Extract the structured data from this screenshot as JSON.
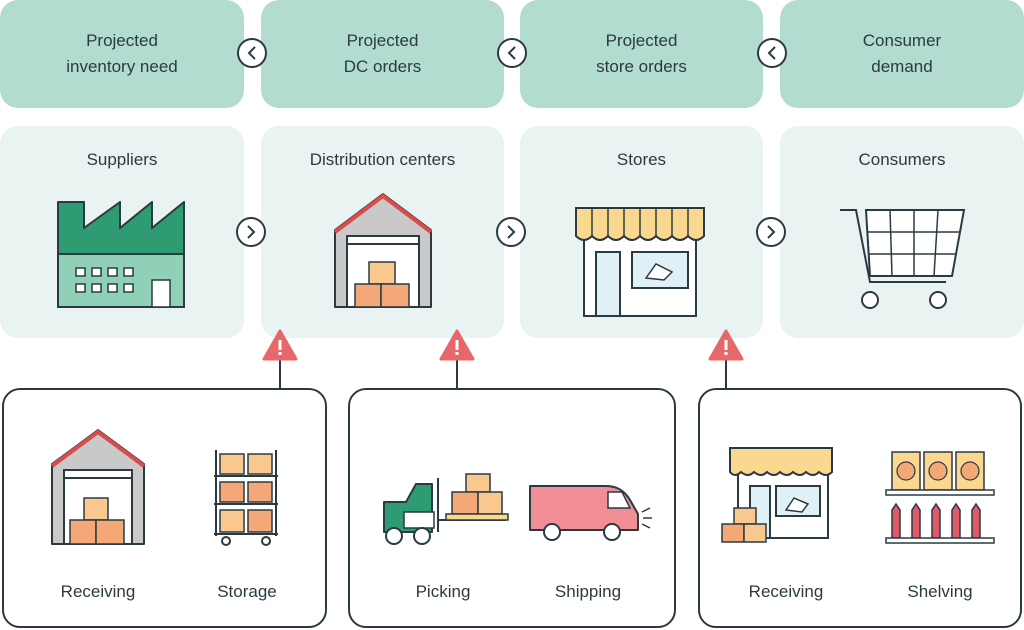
{
  "demand_row": [
    {
      "label": "Projected\ninventory need"
    },
    {
      "label": "Projected\nDC orders"
    },
    {
      "label": "Projected\nstore orders"
    },
    {
      "label": "Consumer\ndemand"
    }
  ],
  "supply_row": [
    {
      "label": "Suppliers",
      "icon": "factory-icon"
    },
    {
      "label": "Distribution centers",
      "icon": "warehouse-icon"
    },
    {
      "label": "Stores",
      "icon": "storefront-icon"
    },
    {
      "label": "Consumers",
      "icon": "shopping-cart-icon"
    }
  ],
  "operations": [
    {
      "items": [
        {
          "label": "Receiving",
          "icon": "warehouse-receiving-icon"
        },
        {
          "label": "Storage",
          "icon": "storage-rack-icon"
        }
      ]
    },
    {
      "items": [
        {
          "label": "Picking",
          "icon": "forklift-icon"
        },
        {
          "label": "Shipping",
          "icon": "delivery-van-icon"
        }
      ]
    },
    {
      "items": [
        {
          "label": "Receiving",
          "icon": "store-receiving-icon"
        },
        {
          "label": "Shelving",
          "icon": "shelf-icon"
        }
      ]
    }
  ],
  "colors": {
    "demand_bg": "#b2dcd0",
    "supply_bg": "#e9f3f1",
    "alert": "#e8676a",
    "box_orange": "#f4a877",
    "factory_green": "#2f9b72",
    "awning": "#fbd890",
    "van": "#f08d95"
  }
}
